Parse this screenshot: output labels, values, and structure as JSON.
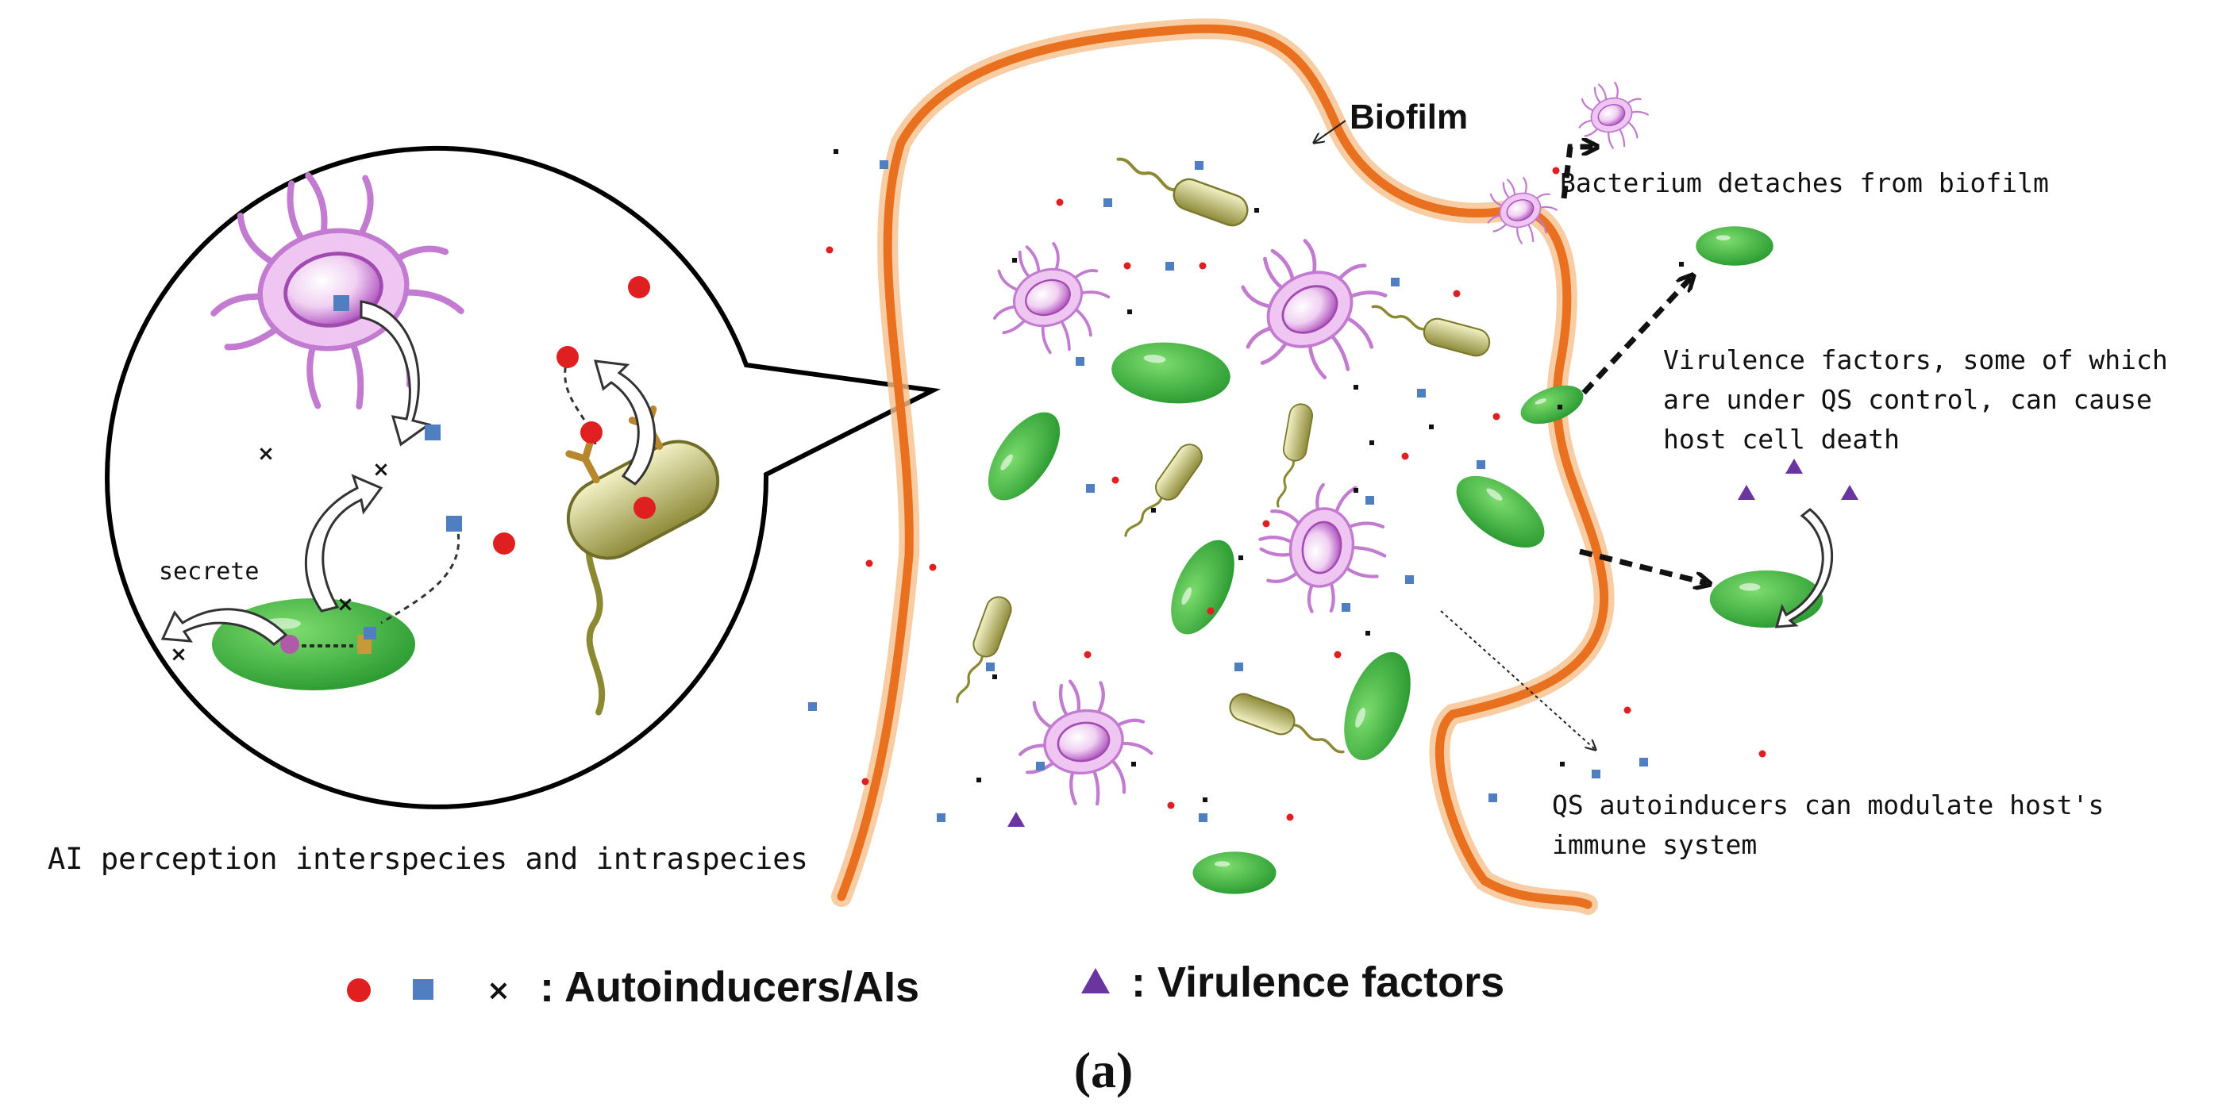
{
  "labels": {
    "biofilm": "Biofilm",
    "detach": "Bacterium detaches from  biofilm",
    "virulence_line1": "Virulence factors, some of which",
    "virulence_line2": "are under QS control, can cause",
    "virulence_line3": "host cell death",
    "immune_line1": "QS autoinducers can modulate host's",
    "immune_line2": "immune system",
    "secrete": "secrete",
    "perception": "AI perception interspecies and intraspecies"
  },
  "legend": {
    "autoinducers": ": Autoinducers/AIs",
    "virulence": ": Virulence factors"
  },
  "panel_label": {
    "open": "(",
    "letter": "a",
    "close": ")"
  },
  "colors": {
    "biofilm_orange": "#e8701e",
    "biofilm_glow": "#f6c08c",
    "green_bacterium": "#3fb53f",
    "pink_bacterium": "#c27bd0",
    "olive_bacterium": "#8b8a33",
    "autoinducer_red": "#e02020",
    "autoinducer_blue": "#4f7fc0",
    "virulence_purple": "#6b35a0"
  }
}
